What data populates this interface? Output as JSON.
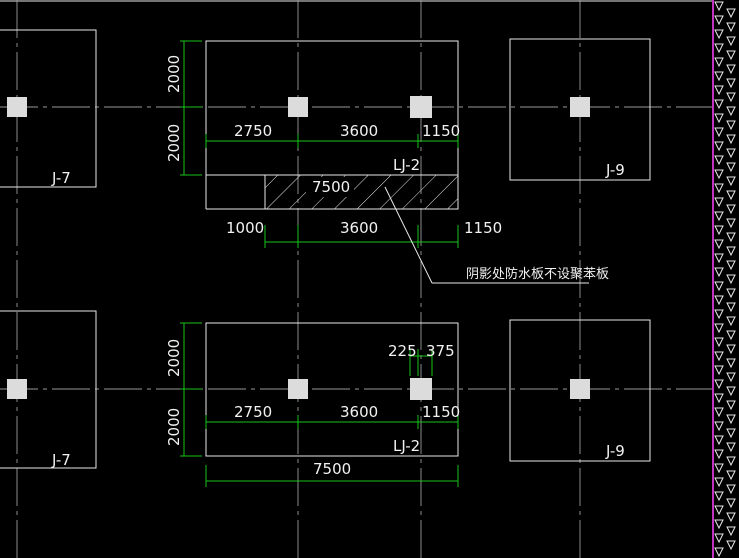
{
  "footings": {
    "j7_label": "J-7",
    "j9_label": "J-9",
    "lj_label": "LJ-2"
  },
  "dims": {
    "top": {
      "left_vertical": "2000",
      "left_vertical_lower": "2000",
      "seg1": "2750",
      "seg2": "3600",
      "seg3": "1150",
      "hatch_len": "7500",
      "bot1": "1000",
      "bot2": "3600",
      "bot3": "1150"
    },
    "bottom": {
      "left_vertical": "2000",
      "left_vertical_lower": "2000",
      "small1": "225",
      "small2": "375",
      "seg1": "2750",
      "seg2": "3600",
      "seg3": "1150",
      "total": "7500"
    }
  },
  "note": "阴影处防水板不设聚苯板",
  "colors": {
    "background": "#000000",
    "outline": "#e8e8e8",
    "dimension": "#19c419",
    "axis": "#9a9a9a",
    "border_pattern": "#c033c0"
  },
  "icons": {
    "column": "square-column",
    "border": "triangle-pattern-border"
  }
}
